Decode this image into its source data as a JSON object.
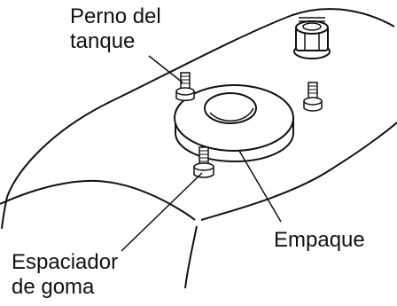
{
  "labels": {
    "tank_bolt": {
      "line1": "Perno del",
      "line2": "tanque"
    },
    "gasket": {
      "text": "Empaque"
    },
    "rubber_spacer": {
      "line1": "Espaciador",
      "line2": "de goma"
    }
  },
  "colors": {
    "stroke": "#111111",
    "fill": "#ffffff"
  }
}
